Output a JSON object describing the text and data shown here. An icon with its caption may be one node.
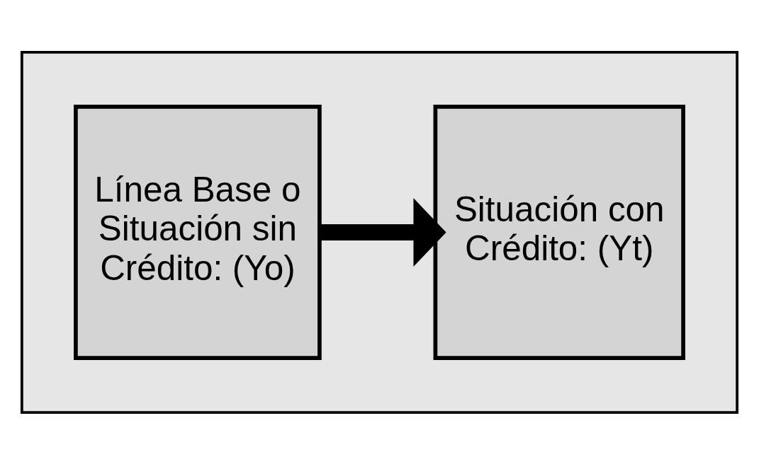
{
  "diagram": {
    "nodes": [
      {
        "text": [],
        "shape": "box"
      },
      {
        "text": [
          "Línea Base o Situación sin Crédito: (Yo)"
        ],
        "in": 0
      },
      {
        "text": [
          "Situación con Crédito: (Yt)"
        ],
        "in": 0
      }
    ],
    "edges": [
      {
        "from": 1,
        "to": 2,
        "arrow": "to"
      }
    ]
  }
}
